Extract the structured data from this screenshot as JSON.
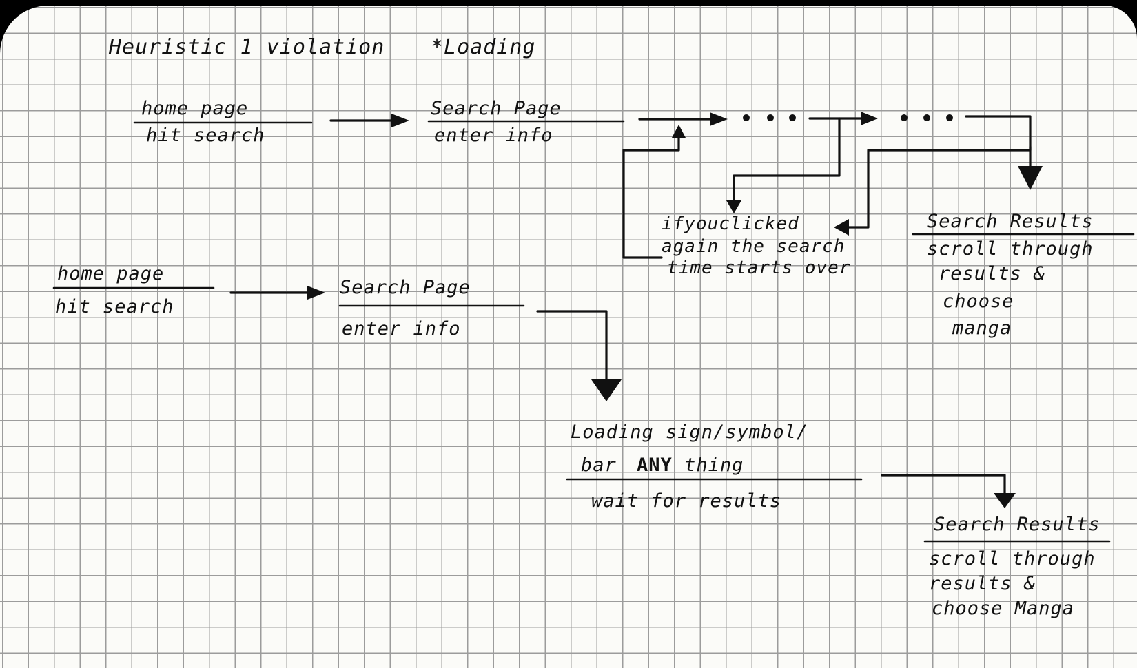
{
  "title": "Heuristic 1 violation",
  "title_note": "*Loading",
  "current_flow": {
    "home": {
      "title": "home page",
      "sub": "hit search"
    },
    "search": {
      "title": "Search Page",
      "sub": "enter info"
    },
    "ellipsis": "• • •",
    "loop_note": [
      "ifyouclicked",
      "again the search",
      "time starts over"
    ],
    "results": {
      "title": "Search Results",
      "lines": [
        "scroll through",
        "results &",
        "choose",
        "manga"
      ]
    }
  },
  "proposed_flow": {
    "home": {
      "title": "home page",
      "sub": "hit search"
    },
    "search": {
      "title": "Search Page",
      "sub": "enter info"
    },
    "loading": {
      "line1": "Loading sign/symbol/",
      "line2_pre": "bar",
      "line2_bold": "ANY",
      "line2_post": "thing",
      "sub": "wait for results"
    },
    "results": {
      "title": "Search Results",
      "lines": [
        "scroll through",
        "results &",
        "choose Manga"
      ]
    }
  }
}
